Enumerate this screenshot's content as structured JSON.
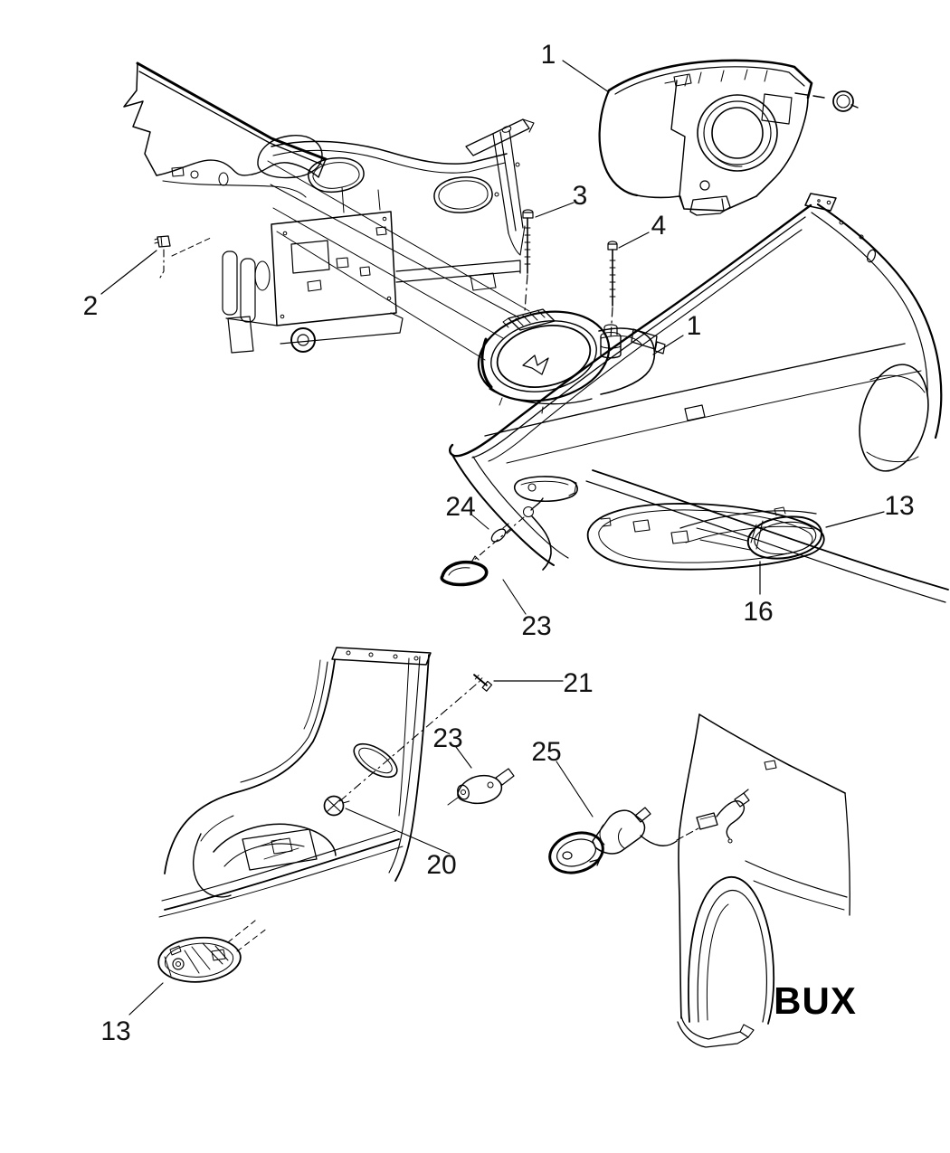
{
  "diagram": {
    "figure_code": "BUX",
    "background_color": "#ffffff",
    "line_color": "#000000",
    "callouts": [
      {
        "part": "headlamp-assembly",
        "label": "1"
      },
      {
        "part": "retaining-clip",
        "label": "2"
      },
      {
        "part": "screw-long",
        "label": "3"
      },
      {
        "part": "screw-short",
        "label": "4"
      },
      {
        "part": "fog-lamp-assembly",
        "label": "1"
      },
      {
        "part": "bulb-front",
        "label": "24"
      },
      {
        "part": "side-marker-lens-front",
        "label": "23"
      },
      {
        "part": "side-marker-lamp-right",
        "label": "13"
      },
      {
        "part": "bumper-mount",
        "label": "16"
      },
      {
        "part": "screw-rear",
        "label": "21"
      },
      {
        "part": "side-marker-lamp-rear",
        "label": "23"
      },
      {
        "part": "bulb-socket",
        "label": "25"
      },
      {
        "part": "grommet",
        "label": "20"
      },
      {
        "part": "side-marker-lamp-left",
        "label": "13"
      }
    ]
  }
}
